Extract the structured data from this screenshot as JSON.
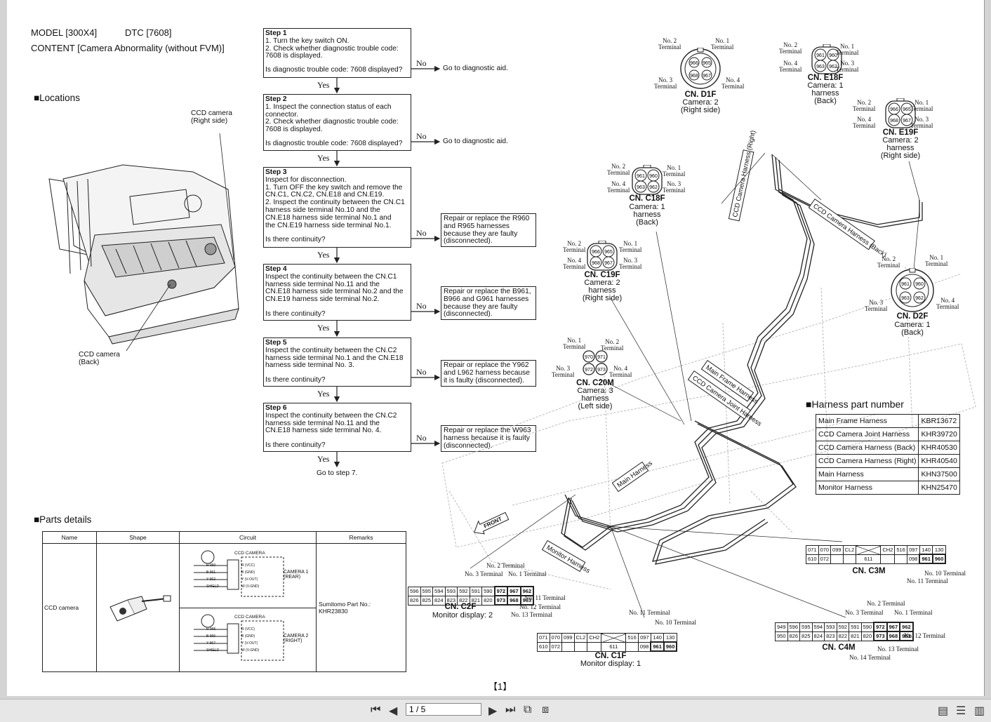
{
  "header": {
    "model": "MODEL [300X4]",
    "dtc": "DTC [7608]",
    "content": "CONTENT [Camera Abnormality (without FVM)]"
  },
  "sections": {
    "locations": "■Locations",
    "parts_details": "■Parts details",
    "harness_part_number": "■Harness part number"
  },
  "location_labels": {
    "ccd_right": "CCD camera\n(Right side)",
    "ccd_back": "CCD camera\n(Back)"
  },
  "steps": [
    {
      "title": "Step 1",
      "body": "1. Turn the key switch ON.\n2. Check whether diagnostic trouble code:\n    7608 is displayed.",
      "question": "Is diagnostic trouble code: 7608 displayed?",
      "no_action": "Go to diagnostic aid."
    },
    {
      "title": "Step 2",
      "body": "1. Inspect the connection status of each\n    connector.\n2. Check whether diagnostic trouble code:\n    7608 is displayed.",
      "question": "Is diagnostic trouble code: 7608 displayed?",
      "no_action": "Go to diagnostic aid."
    },
    {
      "title": "Step 3",
      "body": "Inspect for disconnection.\n1. Turn OFF the key switch and remove the\n    CN.C1, CN.C2, CN.E18 and CN.E19.\n2. Inspect the continuity between the CN.C1\n    harness side terminal No.10 and the\n    CN.E18 harness side terminal No.1 and\n    the CN.E19 harness side terminal No.1.",
      "question": "Is there continuity?",
      "no_action": "Repair or replace the R960 and R965 harnesses because they are faulty (disconnected)."
    },
    {
      "title": "Step 4",
      "body": "Inspect the continuity between the CN.C1\nharness side terminal No.11 and the\nCN.E18 harness side terminal No.2 and the\nCN.E19 harness side terminal No.2.",
      "question": "Is there continuity?",
      "no_action": "Repair or replace the B961, B966 and G961 harnesses because they are faulty (disconnected)."
    },
    {
      "title": "Step 5",
      "body": "Inspect the continuity between the CN.C2\nharness side terminal No.1 and the CN.E18\nharness side terminal No. 3.",
      "question": "Is there continuity?",
      "no_action": "Repair or replace the Y962 and L962 harness because it is faulty (disconnected)."
    },
    {
      "title": "Step 6",
      "body": "Inspect the continuity between the CN.C2\nharness side terminal No.11 and the\nCN.E18 harness side terminal No. 4.",
      "question": "Is there continuity?",
      "no_action": "Repair or replace the W963 harness because it is faulty (disconnected)."
    }
  ],
  "flow": {
    "yes": "Yes",
    "no": "No",
    "final": "Go to step 7."
  },
  "connectors": {
    "d1f": {
      "title": "CN. D1F",
      "sub": "Camera: 2\n(Right side)",
      "pins": [
        "966",
        "965",
        "968",
        "967"
      ]
    },
    "e18f": {
      "title": "CN. E18F",
      "sub": "Camera: 1\nharness\n(Back)",
      "pins": [
        "961",
        "960",
        "963",
        "962"
      ]
    },
    "e19f": {
      "title": "CN. E19F",
      "sub": "Camera: 2\nharness\n(Right side)",
      "pins": [
        "966",
        "965",
        "968",
        "967"
      ]
    },
    "c18f": {
      "title": "CN. C18F",
      "sub": "Camera: 1\nharness\n(Back)",
      "pins": [
        "961",
        "960",
        "963",
        "962"
      ]
    },
    "c19f": {
      "title": "CN. C19F",
      "sub": "Camera: 2\nharness\n(Right side)",
      "pins": [
        "966",
        "965",
        "968",
        "967"
      ]
    },
    "d2f": {
      "title": "CN. D2F",
      "sub": "Camera: 1\n(Back)",
      "pins": [
        "961",
        "960",
        "963",
        "962"
      ]
    },
    "c20m": {
      "title": "CN. C20M",
      "sub": "Camera: 3\nharness\n(Left side)",
      "pins": [
        "970",
        "971",
        "972",
        "973"
      ]
    },
    "c2f": {
      "title": "CN. C2F",
      "sub": "Monitor display: 2"
    },
    "c1f": {
      "title": "CN. C1F",
      "sub": "Monitor display: 1"
    },
    "c3m": {
      "title": "CN. C3M"
    },
    "c4m": {
      "title": "CN. C4M"
    }
  },
  "terminals": {
    "no1": "No. 1\nTerminal",
    "no2": "No. 2\nTerminal",
    "no3": "No. 3\nTerminal",
    "no4": "No. 4\nTerminal"
  },
  "terminal_callouts": {
    "no1": "No. 1 Terminal",
    "no2": "No. 2 Terminal",
    "no3": "No. 3 Terminal",
    "no10": "No. 10 Terminal",
    "no11": "No. 11 Terminal",
    "no12": "No. 12 Terminal",
    "no13": "No. 13 Terminal",
    "no14": "No. 14 Terminal"
  },
  "harness_labels": {
    "ccd_right": "CCD Camera Harness (Right)",
    "ccd_back": "CCD Camera Harness (Back)",
    "main_frame": "Main Frame Harness",
    "ccd_joint": "CCD Camera Joint Harness",
    "main": "Main Harness",
    "monitor": "Monitor Harness",
    "front": "FRONT"
  },
  "harness_table": [
    [
      "Main Frame Harness",
      "KBR13672"
    ],
    [
      "CCD Camera Joint Harness",
      "KHR39720"
    ],
    [
      "CCD Camera Harness (Back)",
      "KHR40530"
    ],
    [
      "CCD Camera Harness (Right)",
      "KHR40540"
    ],
    [
      "Main Harness",
      "KHN37500"
    ],
    [
      "Monitor Harness",
      "KHN25470"
    ]
  ],
  "parts_table": {
    "headers": [
      "Name",
      "Shape",
      "Circuit",
      "Remarks"
    ],
    "name": "CCD camera",
    "remarks": "Sumitomo Part No.:\nKHR23830",
    "circuit_title": "CCD CAMERA",
    "camera1": "CAMERA 1\n(REAR)",
    "camera2": "CAMERA 2\n(RIGHT)",
    "circuit1_wires": [
      "R 960",
      "B 961",
      "Y 962",
      "SHIELD"
    ],
    "circuit2_wires": [
      "R 965",
      "B 966",
      "Y 967",
      "SHIELD"
    ],
    "signals": [
      "R (VCC)",
      "B (GND)",
      "Y (V-OUT)",
      "W (V-GND)"
    ]
  },
  "c2f_table": [
    [
      "596",
      "595",
      "594",
      "593",
      "592",
      "591",
      "590",
      "972",
      "967",
      "962"
    ],
    [
      "826",
      "825",
      "824",
      "823",
      "822",
      "821",
      "820",
      "973",
      "968",
      "963"
    ]
  ],
  "c1f_table": [
    [
      "071",
      "070",
      "099",
      "CL2",
      "CH2",
      "",
      "516",
      "097",
      "140",
      "130"
    ],
    [
      "610",
      "072",
      "",
      "",
      "",
      "611",
      "",
      "098",
      "961",
      "960"
    ]
  ],
  "c3m_table": [
    [
      "071",
      "070",
      "099",
      "CL2",
      "",
      "CH2",
      "516",
      "097",
      "140",
      "130"
    ],
    [
      "610",
      "072",
      "",
      "",
      "611",
      "",
      "",
      "098",
      "961",
      "960"
    ]
  ],
  "c4m_table": [
    [
      "949",
      "596",
      "595",
      "594",
      "593",
      "592",
      "591",
      "590",
      "972",
      "967",
      "962"
    ],
    [
      "950",
      "826",
      "825",
      "824",
      "823",
      "822",
      "821",
      "820",
      "973",
      "968",
      "963"
    ]
  ],
  "page_label": "【1】",
  "toolbar": {
    "page_value": "1 / 5"
  }
}
